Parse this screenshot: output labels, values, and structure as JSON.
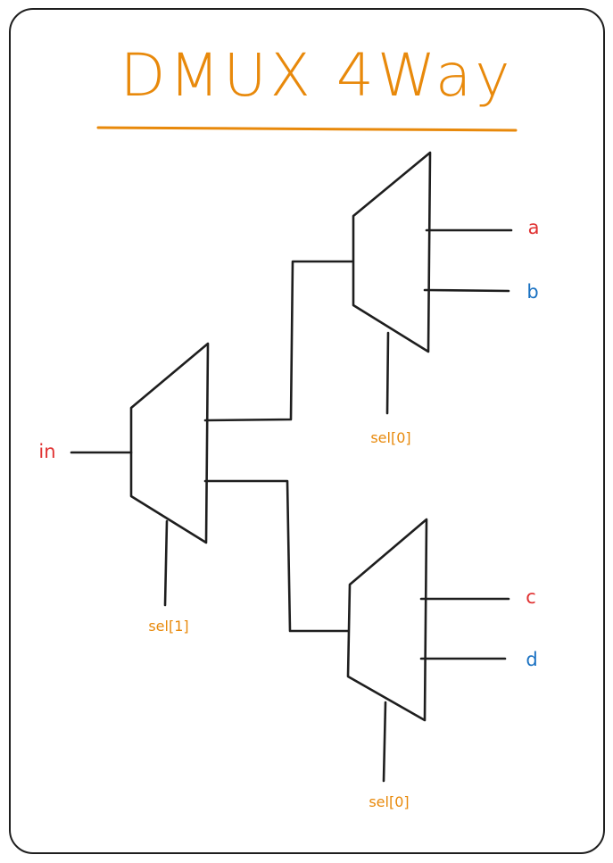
{
  "title": "DMUX 4Way",
  "input": {
    "label": "in"
  },
  "outputs": [
    {
      "label": "a"
    },
    {
      "label": "b"
    },
    {
      "label": "c"
    },
    {
      "label": "d"
    }
  ],
  "selects": [
    {
      "label": "sel[1]"
    },
    {
      "label": "sel[0]"
    },
    {
      "label": "sel[0]"
    }
  ],
  "colors": {
    "title": "#e8890b",
    "select": "#e8890b",
    "output_red": "#e03131",
    "output_blue": "#1971c2",
    "input": "#e03131",
    "stroke": "#1e1e1e"
  }
}
